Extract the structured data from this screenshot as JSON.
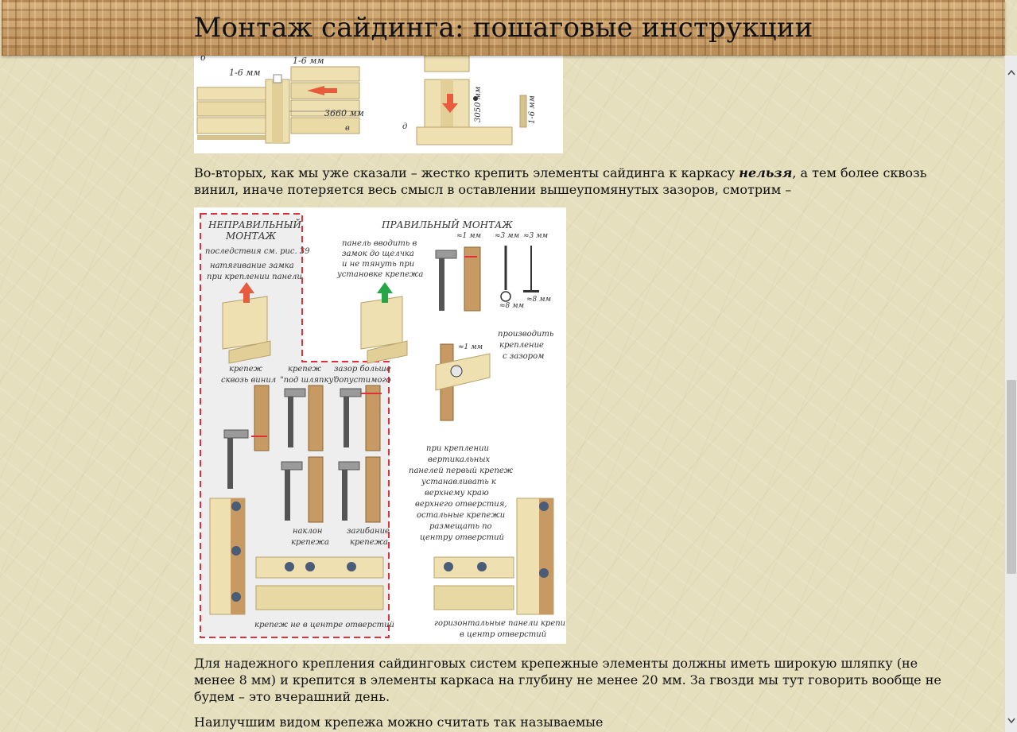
{
  "header": {
    "title": "Монтаж сайдинга: пошаговые инструкции"
  },
  "figure1": {
    "label_b": "б",
    "label_v": "в",
    "label_d": "д",
    "gap_left": "1-6 мм",
    "gap_right": "1-6 мм",
    "length": "3660 мм",
    "length_vertical": "3050 мм",
    "gap_vertical": "1-6 мм"
  },
  "paragraph1": {
    "before": "Во-вторых, как мы уже сказали – жестко крепить элементы сайдинга к каркасу ",
    "emphasis": "нельзя",
    "after": ", а тем более сквозь винил, иначе потеряется весь смысл в оставлении вышеупомянутых зазоров, смотрим –"
  },
  "figure2": {
    "wrong_title_1": "НЕПРАВИЛЬНЫЙ",
    "wrong_title_2": "МОНТАЖ",
    "wrong_ref": "последствия см. рис. 39",
    "wrong_note_1": "натягивание замка",
    "wrong_note_2": "при креплении панели",
    "right_title": "ПРАВИЛЬНЫЙ МОНТАЖ",
    "right_note_1": "панель вводить в",
    "right_note_2": "замок до щелчка",
    "right_note_3": "и не тянуть при",
    "right_note_4": "установке крепежа",
    "dim_1mm": "≈1 мм",
    "dim_3mm_a": "≈3 мм",
    "dim_3mm_b": "≈3 мм",
    "dim_8mm_a": "≈8 мм",
    "dim_8mm_b": "≈8 мм",
    "dim_1mm_b": "≈1 мм",
    "gap_note_1": "производить",
    "gap_note_2": "крепление",
    "gap_note_3": "с  зазором",
    "through_vinyl_1": "крепеж",
    "through_vinyl_2": "сквозь винил",
    "under_head_1": "крепеж",
    "under_head_2": "\"под шляпку\"",
    "gap_more_1": "зазор больше",
    "gap_more_2": "допустимого",
    "tilt_1": "наклон",
    "tilt_2": "крепежа",
    "bend_1": "загибание",
    "bend_2": "крепежа",
    "vertical_1": "при креплении",
    "vertical_2": "вертикальных",
    "vertical_3": "панелей первый крепеж",
    "vertical_4": "устанавливать к",
    "vertical_5": "верхнему краю",
    "vertical_6": "верхнего отверстия,",
    "vertical_7": "остальные крепежи",
    "vertical_8": "размещать по",
    "vertical_9": "центру отверстий",
    "off_center": "крепеж не в центре отверстий",
    "horizontal_1": "горизонтальные панели крепить",
    "horizontal_2": "в центр отверстий"
  },
  "paragraph2": "Для надежного крепления сайдинговых систем крепежные элементы должны иметь широкую шляпку (не менее 8 мм) и крепится в элементы каркаса на глубину не менее 20 мм. За гвозди мы тут говорить вообще не будем – это вчерашний день.",
  "paragraph3": "Наилучшим видом крепежа можно считать так называемые",
  "scrollbar": {
    "up_icon": "chevron-up-icon",
    "down_icon": "chevron-down-icon"
  },
  "colors": {
    "page_bg": "#e6dfbd",
    "panel": "#efe0b2",
    "panel_dark": "#d6c28c",
    "wood": "#c79a63",
    "arrow_red": "#e85b3c",
    "arrow_green": "#27a647",
    "dash_red": "#e0303a"
  }
}
